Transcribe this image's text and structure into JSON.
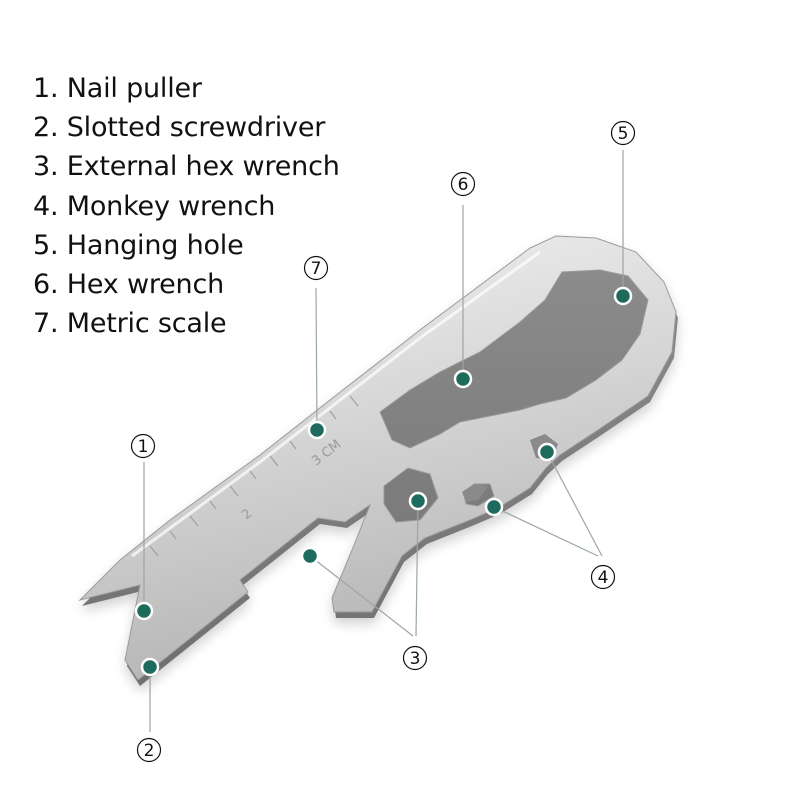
{
  "legend": {
    "items": [
      "1. Nail puller",
      "2. Slotted screwdriver",
      "3. External hex wrench",
      "4. Monkey wrench",
      "5. Hanging hole",
      "6. Hex wrench",
      "7. Metric scale"
    ]
  },
  "callouts": {
    "c1": "1",
    "c2": "2",
    "c3": "3",
    "c4": "4",
    "c5": "5",
    "c6": "6",
    "c7": "7"
  },
  "tool_engraving": {
    "cm_mark": "3 CM",
    "tick_2": "2"
  },
  "colors": {
    "background": "#ffffff",
    "marker_fill": "#1c6b5c",
    "marker_ring": "#ffffff",
    "leader_line": "#9aa7a3",
    "steel_light": "#e8e8e8",
    "steel_mid": "#c9c9c9",
    "steel_dark": "#a3a3a3",
    "text": "#111111"
  }
}
